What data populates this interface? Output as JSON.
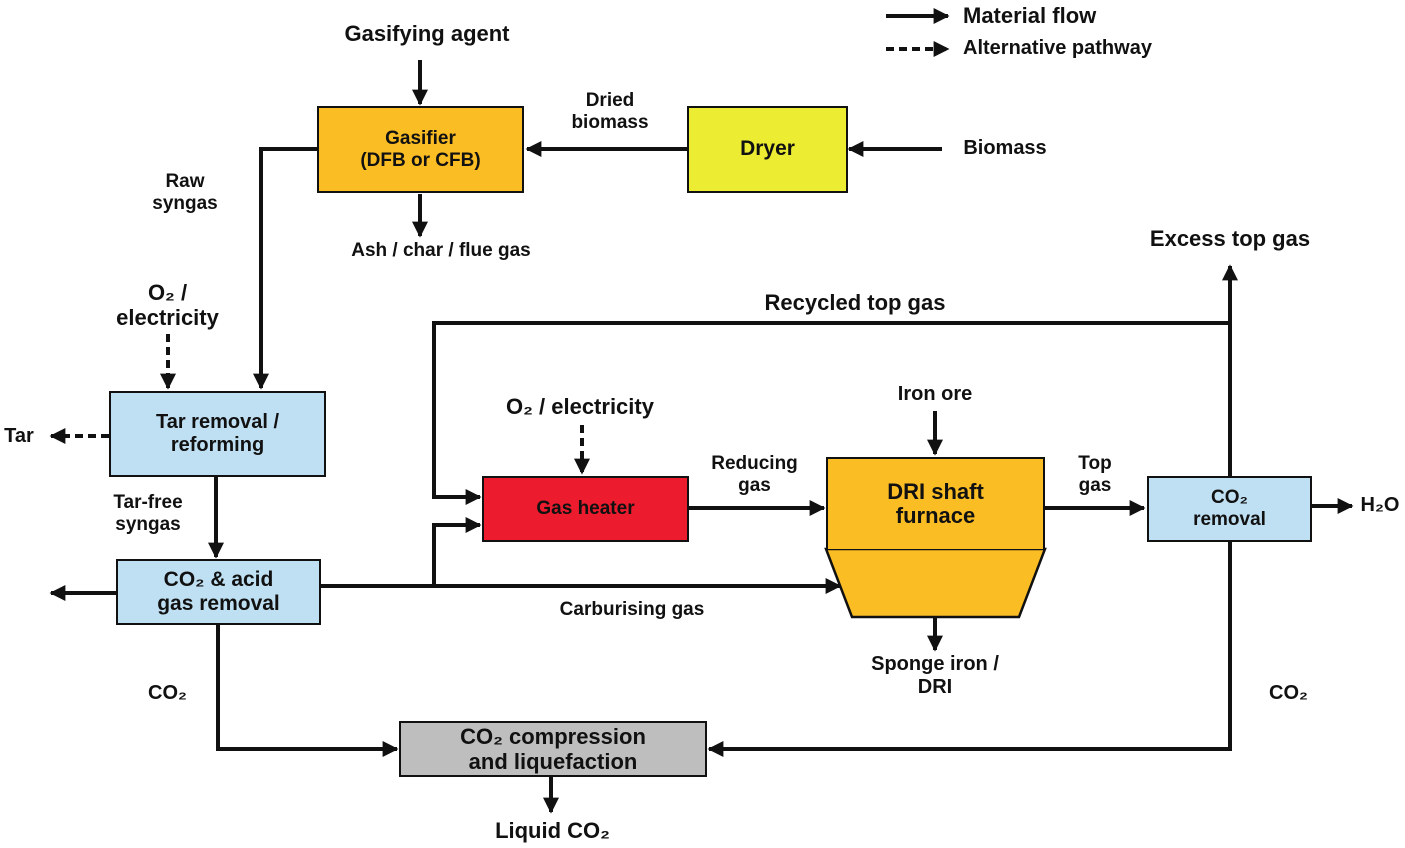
{
  "legend": {
    "material_flow": "Material flow",
    "alternative_pathway": "Alternative pathway"
  },
  "nodes": {
    "gasifier": [
      "Gasifier",
      "(DFB or CFB)"
    ],
    "dryer": "Dryer",
    "tar_removal": [
      "Tar removal /",
      "reforming"
    ],
    "co2_acid_removal": [
      "CO₂ & acid",
      "gas removal"
    ],
    "gas_heater": "Gas heater",
    "dri_furnace": [
      "DRI shaft",
      "furnace"
    ],
    "co2_removal": [
      "CO₂",
      "removal"
    ],
    "co2_compression": [
      "CO₂ compression",
      "and liquefaction"
    ]
  },
  "labels": {
    "gasifying_agent": "Gasifying agent",
    "dried_biomass": [
      "Dried",
      "biomass"
    ],
    "biomass": "Biomass",
    "raw_syngas": [
      "Raw",
      "syngas"
    ],
    "ash": "Ash / char / flue gas",
    "o2_electricity_left": [
      "O₂ /",
      "electricity"
    ],
    "tar": "Tar",
    "tar_free_syngas": [
      "Tar-free",
      "syngas"
    ],
    "excess_top_gas": "Excess top gas",
    "recycled_top_gas": "Recycled top gas",
    "o2_electricity_heater": "O₂ / electricity",
    "iron_ore": "Iron ore",
    "reducing_gas": [
      "Reducing",
      "gas"
    ],
    "top_gas": [
      "Top",
      "gas"
    ],
    "h2o": "H₂O",
    "carburising_gas": "Carburising gas",
    "sponge_iron": [
      "Sponge iron /",
      "DRI"
    ],
    "co2_left": "CO₂",
    "co2_right": "CO₂",
    "liquid_co2": "Liquid CO₂"
  }
}
